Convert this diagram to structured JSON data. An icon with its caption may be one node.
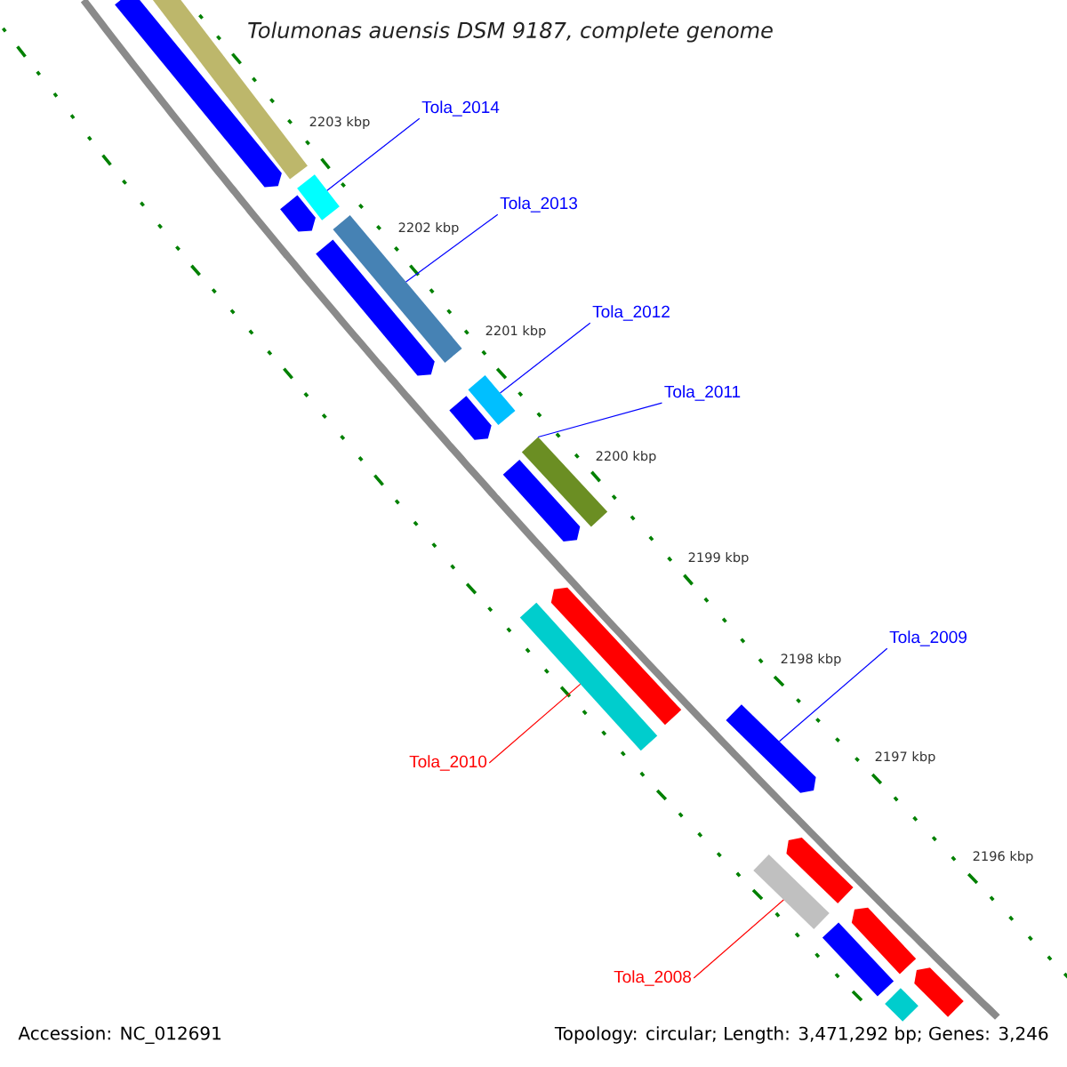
{
  "diagram": {
    "title": "Tolumonas auensis DSM 9187, complete genome",
    "nodes": [
      {
        "text": [
          "Tola_2014"
        ]
      },
      {
        "text": [],
        "shape": "bar"
      },
      {
        "text": [
          "Tola_2013"
        ]
      },
      {
        "text": [],
        "shape": "bar"
      },
      {
        "text": [
          "Tola_2012"
        ]
      },
      {
        "text": [],
        "shape": "bar"
      },
      {
        "text": [
          "Tola_2011"
        ]
      },
      {
        "text": [],
        "shape": "bar"
      },
      {
        "text": [
          "Tola_2009"
        ]
      },
      {
        "text": [],
        "shape": "block"
      },
      {
        "text": [
          "Tola_2010"
        ]
      },
      {
        "text": [],
        "shape": "bar"
      },
      {
        "text": [
          "Tola_2008"
        ]
      },
      {
        "text": [],
        "shape": "bar"
      },
      {
        "text": [],
        "shape": "block"
      },
      {
        "text": [],
        "shape": "bar"
      },
      {
        "text": [],
        "shape": "block"
      },
      {
        "text": [],
        "shape": "block"
      },
      {
        "text": [],
        "shape": "block"
      },
      {
        "text": [],
        "shape": "block"
      },
      {
        "text": [],
        "shape": "block"
      },
      {
        "text": [],
        "shape": "block"
      },
      {
        "text": [],
        "shape": "block"
      },
      {
        "text": [],
        "shape": "bar"
      },
      {
        "text": [],
        "shape": "block"
      },
      {
        "text": [],
        "shape": "bar"
      }
    ],
    "edges": [
      {
        "from": 0,
        "to": 1,
        "arrow": "none"
      },
      {
        "from": 2,
        "to": 3,
        "arrow": "none"
      },
      {
        "from": 4,
        "to": 5,
        "arrow": "none"
      },
      {
        "from": 6,
        "to": 7,
        "arrow": "none"
      },
      {
        "from": 8,
        "to": 9,
        "arrow": "none"
      },
      {
        "from": 10,
        "to": 11,
        "arrow": "none",
        "color": "#ff0000"
      },
      {
        "from": 12,
        "to": 13,
        "arrow": "none",
        "color": "#ff0000"
      }
    ],
    "labels": [
      "2203 kbp",
      "2202 kbp",
      "2201 kbp",
      "2200 kbp",
      "2199 kbp",
      "2198 kbp",
      "2197 kbp",
      "2196 kbp",
      "Accession: NC_012691",
      "Topology: circular; Length: 3,471,292 bp; Genes: 3,246"
    ]
  }
}
